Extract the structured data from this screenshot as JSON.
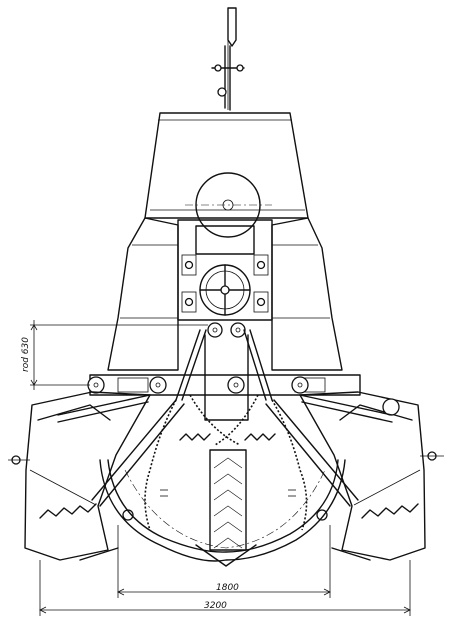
{
  "dimensions": {
    "inner_span": "1800",
    "outer_span": "3200",
    "lever": "rod 630"
  }
}
